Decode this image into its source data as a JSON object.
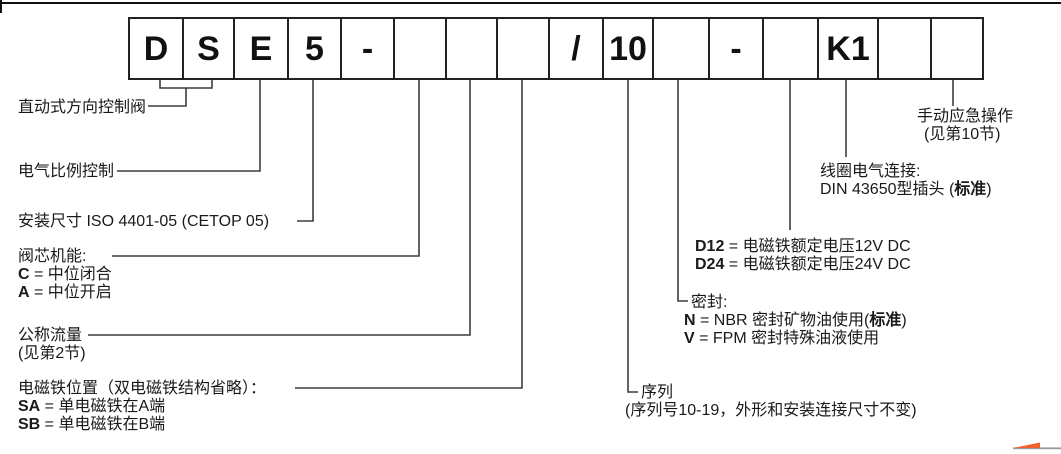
{
  "model_code": {
    "boxes": [
      "D",
      "S",
      "E",
      "5",
      "-",
      "",
      "",
      "",
      "/",
      "10",
      "",
      "-",
      "",
      "K1",
      "",
      ""
    ]
  },
  "labels": {
    "direct_valve": {
      "text": "直动式方向控制阀"
    },
    "proportional": {
      "text": "电气比例控制"
    },
    "mounting": {
      "text": "安装尺寸 ISO 4401-05 (CETOP 05)"
    },
    "spool": {
      "title": "阀芯机能:",
      "options": [
        {
          "code": "C",
          "rest": " = 中位闭合"
        },
        {
          "code": "A",
          "rest": " = 中位开启"
        }
      ]
    },
    "flow": {
      "line1": "公称流量",
      "line2": "(见第2节)"
    },
    "solenoid_position": {
      "title": "电磁铁位置（双电磁铁结构省略）：",
      "options": [
        {
          "code": "SA",
          "rest": " = 单电磁铁在A端"
        },
        {
          "code": "SB",
          "rest": " = 单电磁铁在B端"
        }
      ]
    },
    "series": {
      "line1": "序列",
      "line2": "(序列号10-19，外形和安装连接尺寸不变)"
    },
    "seals": {
      "title": "密封:",
      "options": [
        {
          "code": "N",
          "rest": " = NBR 密封矿物油使用(",
          "std": "标准",
          "close": ")"
        },
        {
          "code": "V",
          "rest": " = FPM 密封特殊油液使用",
          "std": "",
          "close": ""
        }
      ]
    },
    "voltage": {
      "options": [
        {
          "code": "D12",
          "rest": " = 电磁铁额定电压12V DC"
        },
        {
          "code": "D24",
          "rest": " = 电磁铁额定电压24V DC"
        }
      ]
    },
    "coil": {
      "title": "线圈电气连接:",
      "line2_pre": "DIN 43650型插头 (",
      "line2_std": "标准",
      "line2_close": ")"
    },
    "manual_override": {
      "line1": "手动应急操作",
      "line2": "(见第10节)"
    }
  },
  "colors": {
    "swoosh_orange": "#F2622E",
    "line_dark": "#3d3d3d",
    "box_border": "#222222"
  }
}
